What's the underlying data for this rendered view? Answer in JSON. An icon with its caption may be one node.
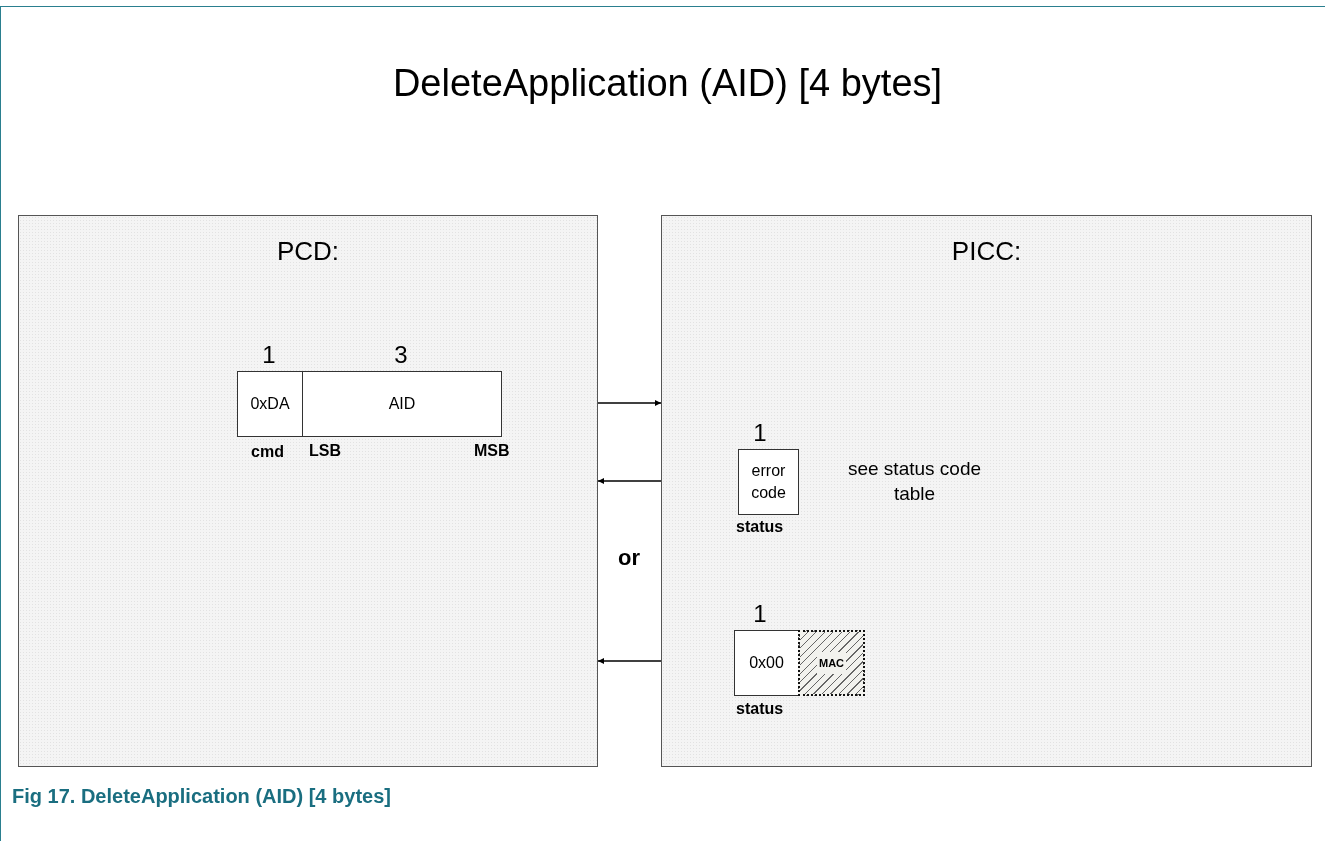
{
  "diagram": {
    "title": "DeleteApplication (AID) [4 bytes]",
    "caption": "Fig 17. DeleteApplication (AID) [4 bytes]",
    "nodes": [
      {
        "text": [
          "PCD:"
        ]
      },
      {
        "text": [
          "PICC:"
        ]
      },
      {
        "text": [
          "0xDA"
        ],
        "in": 0,
        "beside": [
          "1",
          "cmd"
        ]
      },
      {
        "text": [
          "AID"
        ],
        "in": 0,
        "beside": [
          "3"
        ]
      },
      {
        "text": [
          "error code"
        ],
        "in": 1,
        "beside": [
          "1",
          "status"
        ]
      },
      {
        "text": [
          "0x00"
        ],
        "in": 1,
        "beside": [
          "1",
          "status"
        ]
      },
      {
        "text": [
          "MAC"
        ],
        "in": 1
      }
    ],
    "edges": [
      {
        "from": 0,
        "to": 1,
        "arrow": "to"
      },
      {
        "from": 1,
        "to": 0,
        "arrow": "to"
      },
      {
        "from": 1,
        "to": 0,
        "arrow": "to"
      }
    ],
    "labels": [
      "LSB",
      "MSB",
      "see status code table",
      "or"
    ]
  }
}
